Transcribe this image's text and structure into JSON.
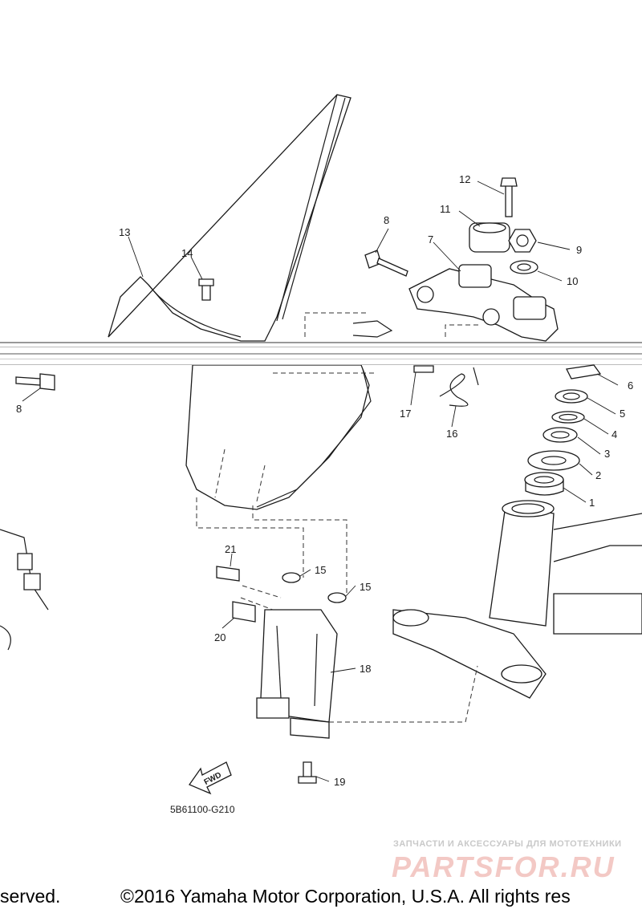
{
  "diagram_code": "5B61100-G210",
  "fwd_label": "FWD",
  "callouts": {
    "p1": "1",
    "p2": "2",
    "p3": "3",
    "p4": "4",
    "p5": "5",
    "p6": "6",
    "p7": "7",
    "p8a": "8",
    "p8b": "8",
    "p9": "9",
    "p10": "10",
    "p11": "11",
    "p12": "12",
    "p13": "13",
    "p14": "14",
    "p15a": "15",
    "p15b": "15",
    "p16": "16",
    "p17": "17",
    "p18": "18",
    "p19": "19",
    "p20": "20",
    "p21": "21"
  },
  "watermark": {
    "tagline": "ЗАПЧАСТИ И АКСЕССУАРЫ ДЛЯ МОТОТЕХНИКИ",
    "logo": "PARTSFOR.RU"
  },
  "footer": {
    "left": "served.",
    "right": "©2016 Yamaha Motor Corporation, U.S.A. All rights res"
  },
  "colors": {
    "ink": "#1a1a1a",
    "watermark_red": "#f3c9c5",
    "watermark_gray": "#c9c9c9"
  }
}
